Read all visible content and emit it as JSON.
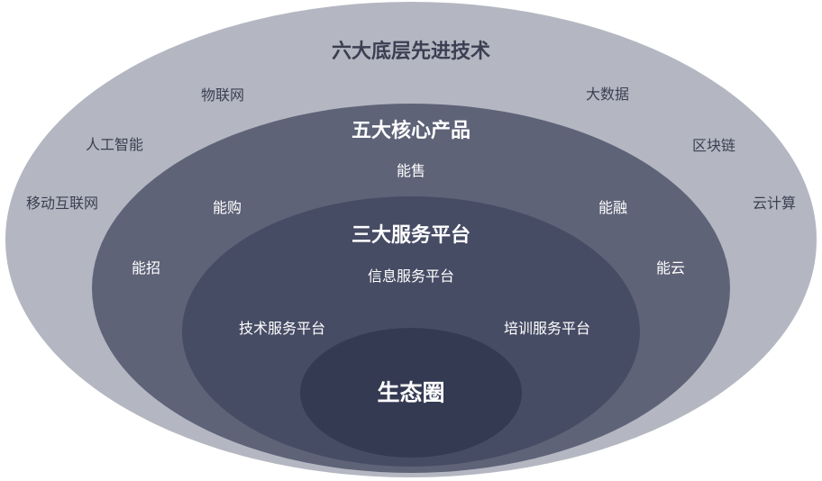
{
  "colors": {
    "outer_fill": "#b4b7c1",
    "second_fill": "#5f6378",
    "third_fill": "#474c65",
    "core_fill": "#353a53",
    "outer_text": "#3c3f52",
    "inner_text": "#ffffff"
  },
  "outer": {
    "title": "六大底层先进技术",
    "items": [
      "物联网",
      "大数据",
      "人工智能",
      "区块链",
      "移动互联网",
      "云计算"
    ]
  },
  "second": {
    "title": "五大核心产品",
    "items": [
      "能售",
      "能购",
      "能融",
      "能招",
      "能云"
    ]
  },
  "third": {
    "title": "三大服务平台",
    "items": [
      "信息服务平台",
      "技术服务平台",
      "培训服务平台"
    ]
  },
  "core": {
    "title": "生态圈"
  }
}
